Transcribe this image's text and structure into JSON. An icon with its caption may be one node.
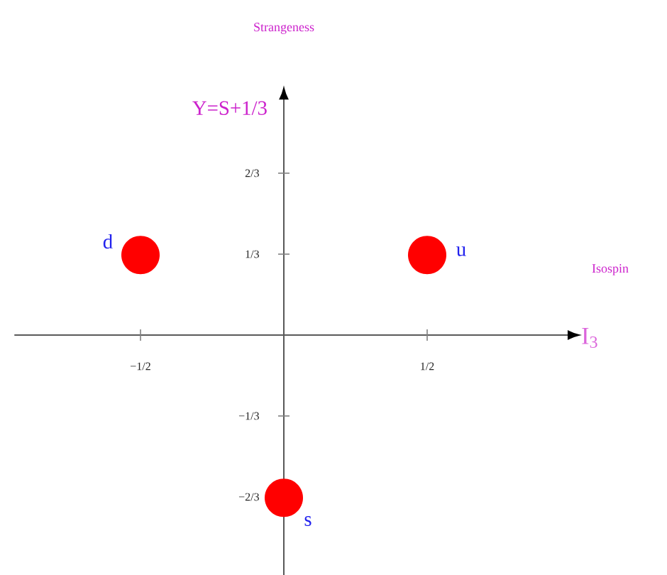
{
  "diagram": {
    "labels": [
      "Strangeness",
      "Isospin"
    ],
    "chart_data": {
      "type": "scatter",
      "xlabel": "I$_{3}$",
      "ylabel": "Y=S+1/3",
      "x": [
        0.5,
        -0.5,
        0
      ],
      "series": [
        {
          "color": "#ff0000",
          "values": [
            0.33,
            0.33,
            -0.67
          ]
        }
      ],
      "xlim": [
        -0.94,
        0.99
      ],
      "ylim": [
        -0.99,
        0.97
      ],
      "xticks": [
        {
          "value": -0.5,
          "label": "−1/2"
        },
        {
          "value": 0.5,
          "label": "1/2"
        }
      ],
      "yticks": [
        {
          "value": 0.6667,
          "label": "2/3"
        },
        {
          "value": 0.3333,
          "label": "1/3"
        },
        {
          "value": -0.3333,
          "label": "−1/3"
        },
        {
          "value": -0.6667,
          "label": "−2/3"
        }
      ],
      "annotations": [
        {
          "x": 0.5,
          "y": 0.3333,
          "text": "u"
        },
        {
          "x": -0.5,
          "y": 0.3333,
          "text": "d"
        },
        {
          "x": 0,
          "y": -0.6667,
          "text": "s"
        }
      ]
    }
  }
}
